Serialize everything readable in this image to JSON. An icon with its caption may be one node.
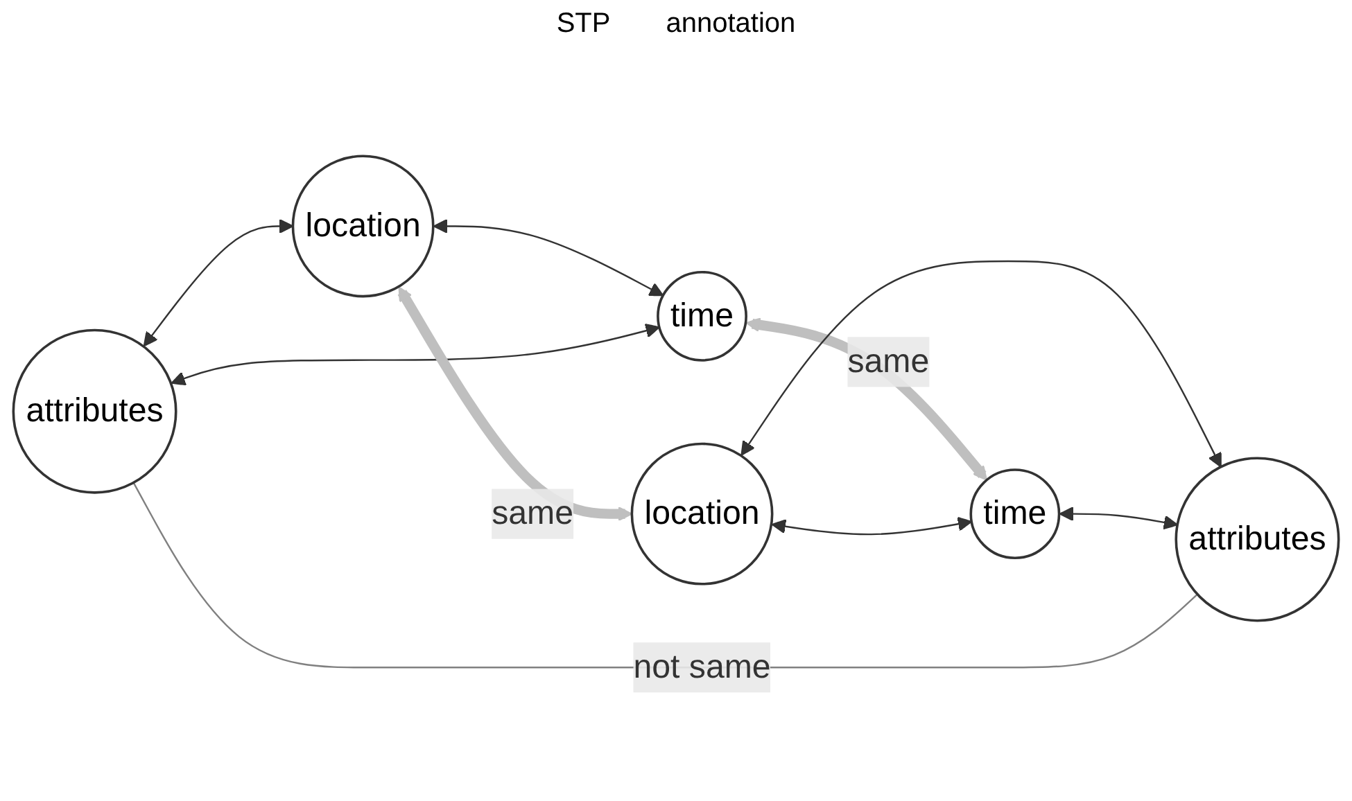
{
  "diagram": {
    "nodes": [
      {
        "text": [
          "location"
        ]
      },
      {
        "text": [
          "attributes"
        ]
      },
      {
        "text": [
          "time"
        ]
      },
      {
        "text": [
          "location"
        ]
      },
      {
        "text": [
          "attributes"
        ]
      },
      {
        "text": [
          "time"
        ]
      }
    ],
    "edges": [
      {
        "from": 1,
        "to": 0,
        "arrow": "both"
      },
      {
        "from": 0,
        "to": 2,
        "arrow": "both"
      },
      {
        "from": 1,
        "to": 2,
        "arrow": "both"
      },
      {
        "from": 0,
        "to": 3,
        "arrow": "both",
        "label": "same",
        "style": "thick",
        "color": "#bfbfbf"
      },
      {
        "from": 2,
        "to": 5,
        "arrow": "both",
        "label": "same",
        "style": "thick",
        "color": "#bfbfbf"
      },
      {
        "from": 3,
        "to": 4,
        "arrow": "both"
      },
      {
        "from": 3,
        "to": 5,
        "arrow": "both"
      },
      {
        "from": 5,
        "to": 4,
        "arrow": "both"
      },
      {
        "from": 1,
        "to": 4,
        "arrow": "none",
        "label": "not same",
        "color": "#808080"
      }
    ],
    "labels": [
      "STP",
      "annotation"
    ]
  }
}
